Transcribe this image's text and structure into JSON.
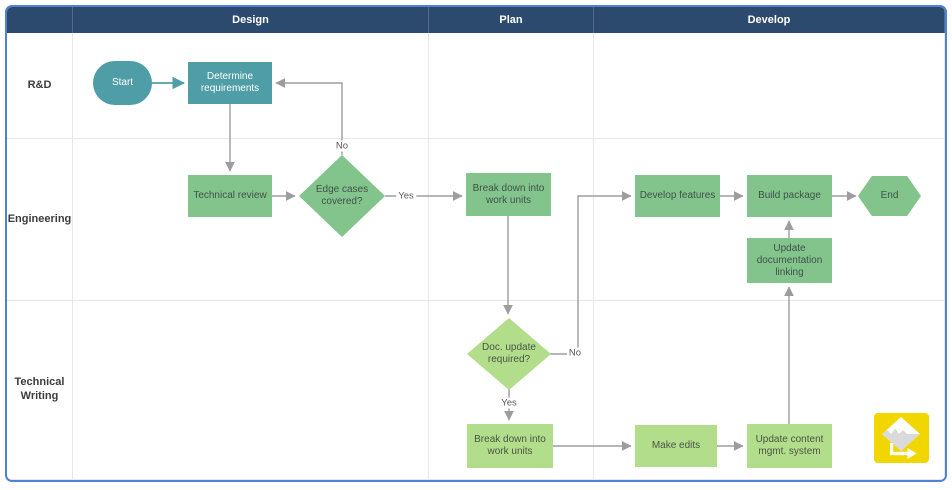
{
  "header": {
    "columns": [
      "Design",
      "Plan",
      "Develop"
    ]
  },
  "lanes": [
    "R&D",
    "Engineering",
    "Technical Writing"
  ],
  "nodes": {
    "start": "Start",
    "determine_requirements": "Determine requirements",
    "technical_review": "Technical review",
    "edge_cases_covered": "Edge cases covered?",
    "break_down_work_units_eng": "Break down into work units",
    "develop_features": "Develop features",
    "build_package": "Build package",
    "end": "End",
    "update_documentation_linking": "Update documentation linking",
    "doc_update_required": "Doc. update required?",
    "break_down_work_units_tw": "Break down into work units",
    "make_edits": "Make edits",
    "update_content_mgmt": "Update content mgmt. system"
  },
  "edge_labels": {
    "edge_cases_no": "No",
    "edge_cases_yes": "Yes",
    "doc_update_no": "No",
    "doc_update_yes": "Yes"
  },
  "colors": {
    "header_bg": "#2b4a6d",
    "border": "#4f81d4",
    "teal": "#4f9da6",
    "green_medium": "#82c48c",
    "green_light": "#b2dd8b",
    "arrow": "#9d9d9d",
    "logo_yellow": "#f2d600"
  },
  "logo": {
    "name": "flowchart-app-logo"
  }
}
